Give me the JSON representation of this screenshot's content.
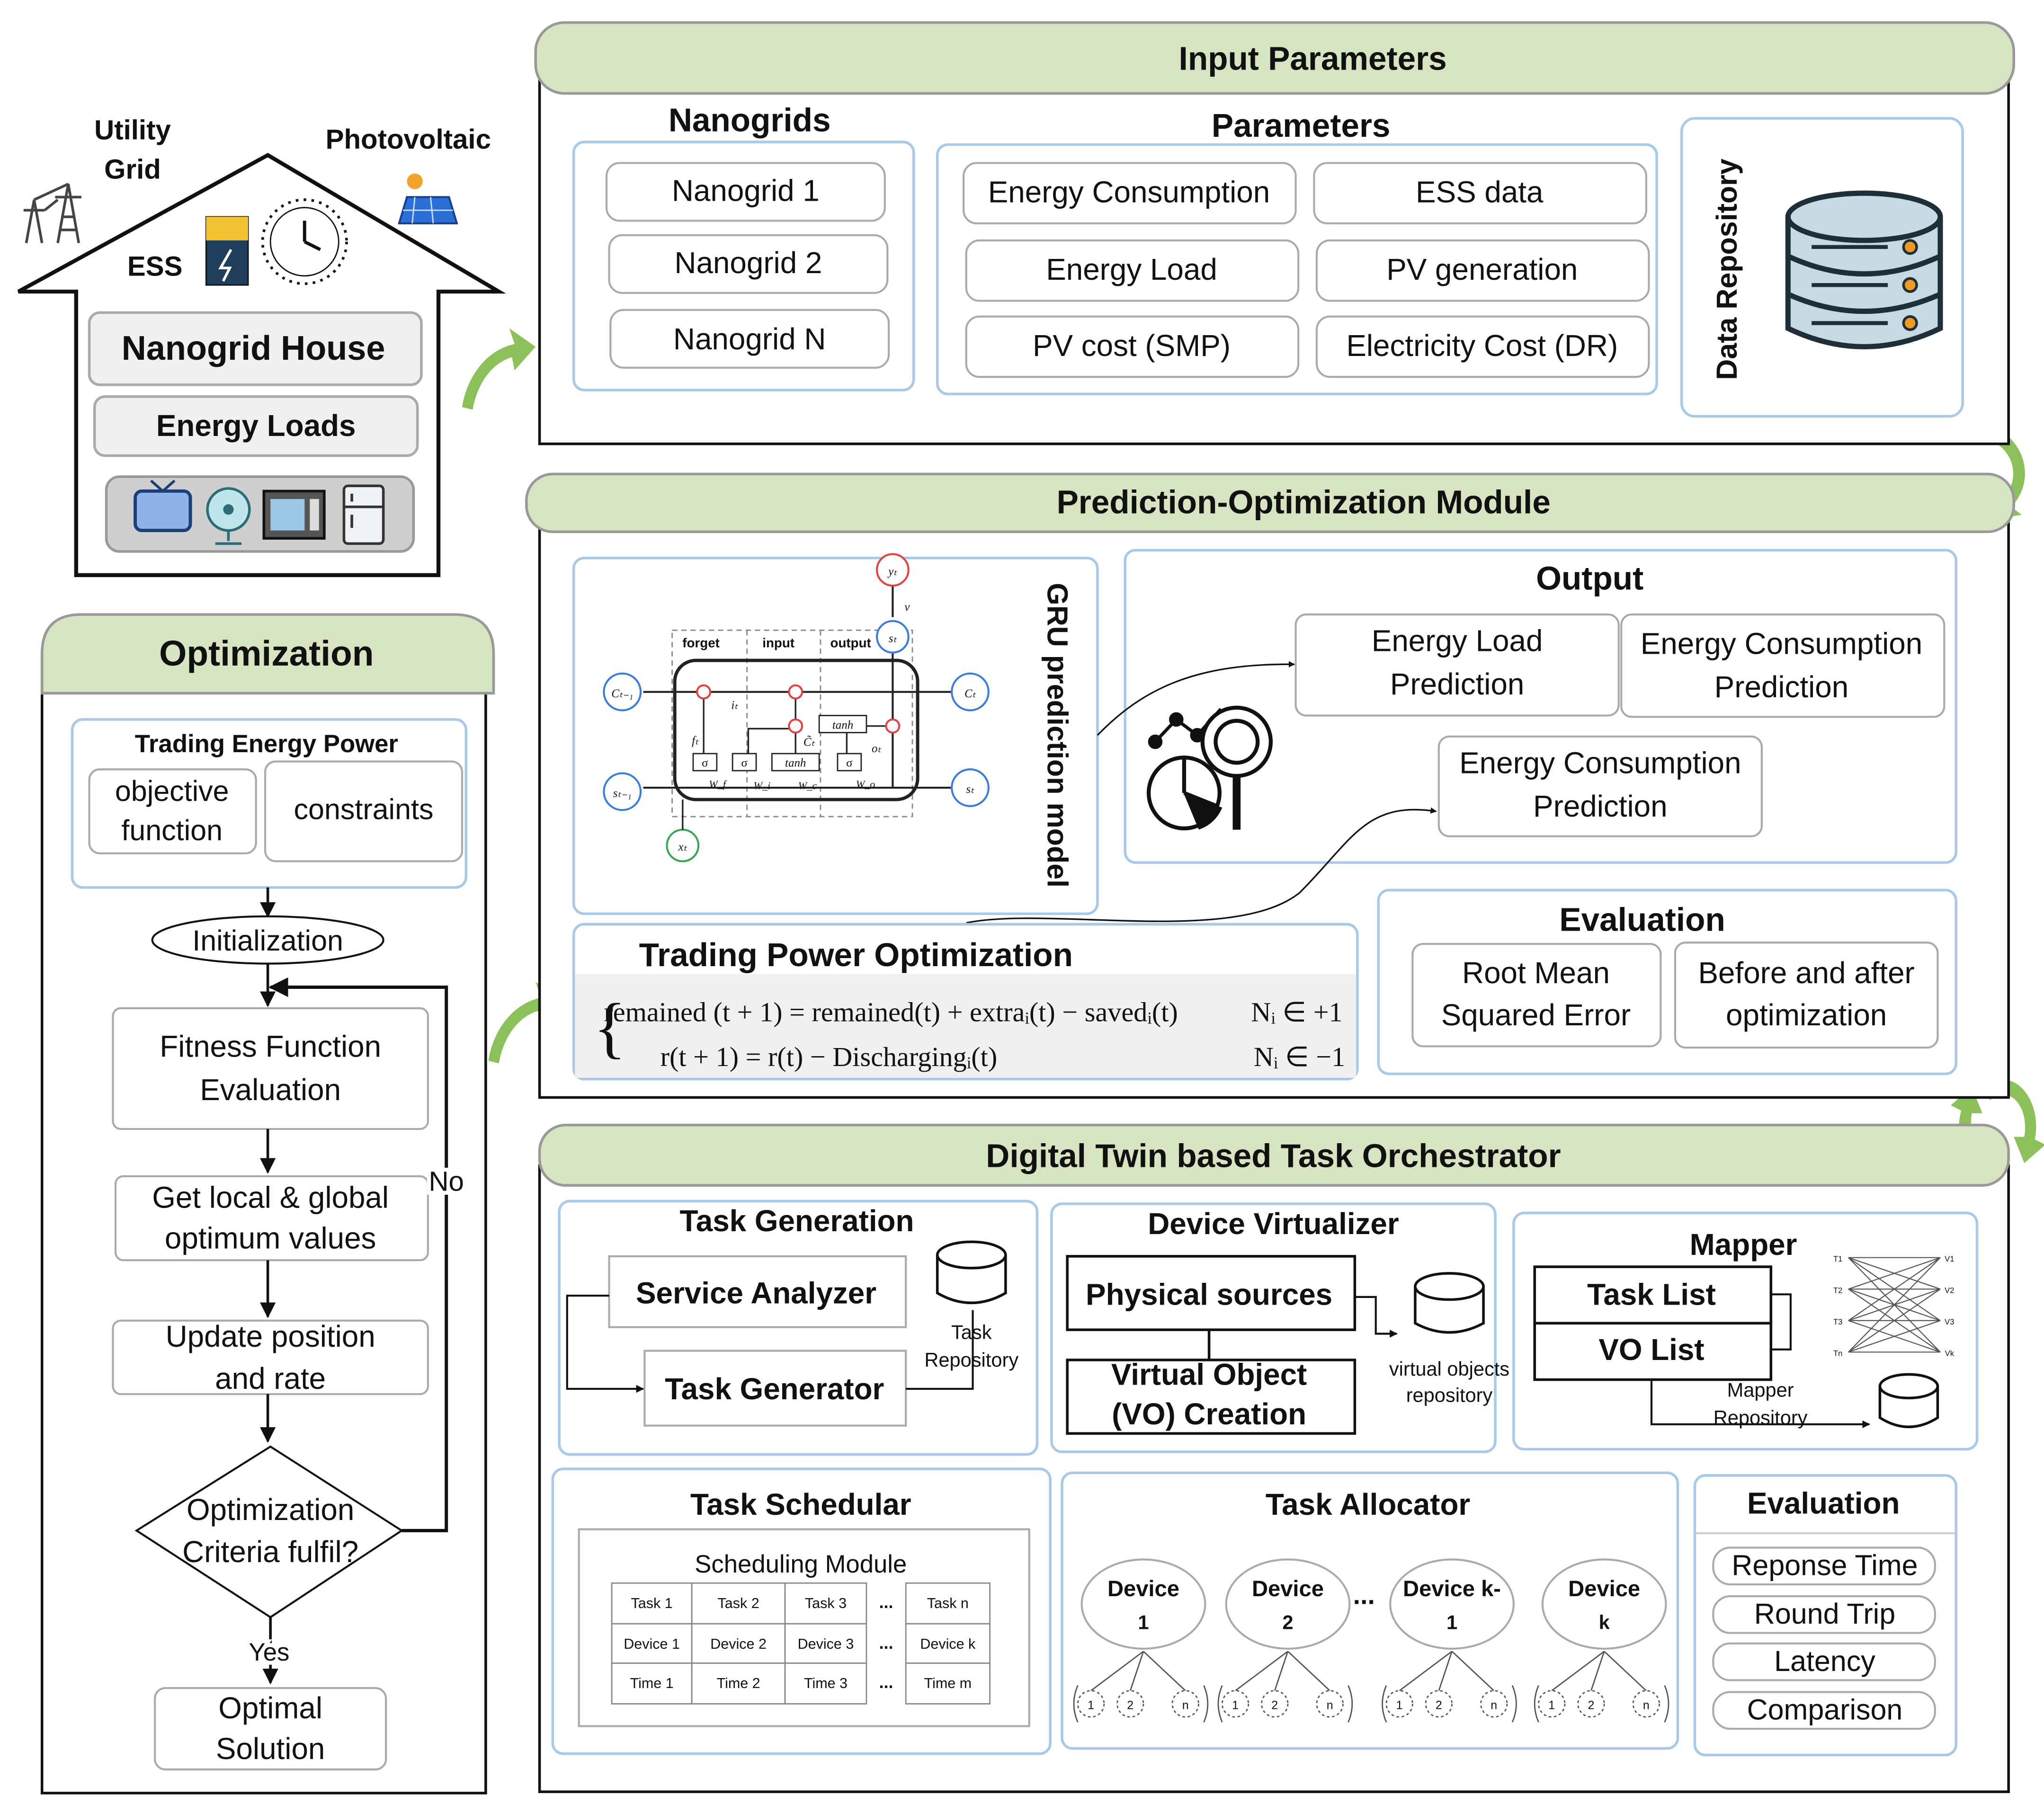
{
  "house": {
    "utility_grid": [
      "Utility",
      "Grid"
    ],
    "photovoltaic": "Photovoltaic",
    "ess": "ESS",
    "title": "Nanogrid House",
    "loads": "Energy Loads"
  },
  "optimization": {
    "title": "Optimization",
    "trading_title": "Trading Energy Power",
    "objective": [
      "objective",
      "function"
    ],
    "constraints": "constraints",
    "init": "Initialization",
    "fitness": [
      "Fitness Function",
      "Evaluation"
    ],
    "optimum": [
      "Get local & global",
      "optimum values"
    ],
    "update": [
      "Update position",
      "and rate"
    ],
    "criteria": [
      "Optimization",
      "Criteria fulfil?"
    ],
    "no": "No",
    "yes": "Yes",
    "solution": [
      "Optimal",
      "Solution"
    ]
  },
  "input": {
    "title": "Input Parameters",
    "nanogrids_title": "Nanogrids",
    "nanogrids": [
      "Nanogrid 1",
      "Nanogrid 2",
      "Nanogrid N"
    ],
    "parameters_title": "Parameters",
    "params": [
      "Energy Consumption",
      "ESS data",
      "Energy Load",
      "PV generation",
      "PV cost (SMP)",
      "Electricity Cost (DR)"
    ],
    "repo": "Data Repository"
  },
  "prediction": {
    "title": "Prediction-Optimization Module",
    "gru_title": "GRU prediction model",
    "gru": {
      "forget": "forget",
      "input": "input",
      "output": "output",
      "yt": "yₜ",
      "v": "v",
      "st_top": "sₜ",
      "ct1": "Cₜ₋₁",
      "ct": "Cₜ",
      "st1": "sₜ₋₁",
      "st": "sₜ",
      "xt": "xₜ",
      "ft": "fₜ",
      "it": "iₜ",
      "ctil": "C̃ₜ",
      "ot": "oₜ",
      "tanh": "tanh",
      "sigma": "σ",
      "wf": "W_f",
      "wi": "W_i",
      "wc": "W_c",
      "wo": "W_o"
    },
    "output_title": "Output",
    "out_load": [
      "Energy Load",
      "Prediction"
    ],
    "out_cons1": [
      "Energy Consumption",
      "Prediction"
    ],
    "out_cons2": [
      "Energy Consumption",
      "Prediction"
    ],
    "trading_title": "Trading Power Optimization",
    "eq1_left": "remained (t + 1) = remained(t) + extraᵢ(t) − savedᵢ(t)",
    "eq1_right": "Nᵢ ∈ +1",
    "eq2_left": "r(t + 1) = r(t) −  Dischargingᵢ(t)",
    "eq2_right": "Nᵢ ∈ −1",
    "eval_title": "Evaluation",
    "eval_rmse": [
      "Root Mean",
      "Squared Error"
    ],
    "eval_before": [
      "Before and after",
      "optimization"
    ]
  },
  "orchestrator": {
    "title": "Digital Twin based Task Orchestrator",
    "task_gen_title": "Task Generation",
    "service_analyzer": "Service Analyzer",
    "task_generator": "Task Generator",
    "task_repo": [
      "Task",
      "Repository"
    ],
    "dv_title": "Device Virtualizer",
    "physical": "Physical sources",
    "vo_creation": [
      "Virtual Object",
      "(VO) Creation"
    ],
    "vo_repo": [
      "virtual objects",
      "repository"
    ],
    "mapper_title": "Mapper",
    "task_list": "Task List",
    "vo_list": "VO List",
    "mapper_repo": [
      "Mapper",
      "Repository"
    ],
    "mapper_left": [
      "T1",
      "T2",
      "T3",
      "Tn"
    ],
    "mapper_right": [
      "V1",
      "V2",
      "V3",
      "Vk"
    ],
    "sched_title": "Task Schedular",
    "sched_module": "Scheduling Module",
    "sched_rows": [
      [
        "Task 1",
        "Task 2",
        "Task 3",
        "...",
        "Task n"
      ],
      [
        "Device 1",
        "Device 2",
        "Device 3",
        "...",
        "Device k"
      ],
      [
        "Time 1",
        "Time 2",
        "Time 3",
        "...",
        "Time m"
      ]
    ],
    "alloc_title": "Task Allocator",
    "devices": [
      [
        "Device",
        "1"
      ],
      [
        "Device",
        "2"
      ],
      [
        "Device k-",
        "1"
      ],
      [
        "Device",
        "k"
      ]
    ],
    "ellipsis": "...",
    "leaves": [
      "1",
      "2",
      "n"
    ],
    "eval_title": "Evaluation",
    "eval_items": [
      "Reponse Time",
      "Round Trip",
      "Latency",
      "Comparison"
    ]
  }
}
